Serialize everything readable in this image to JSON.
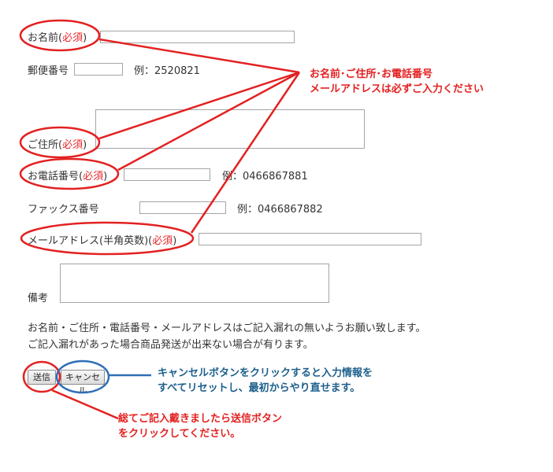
{
  "form": {
    "name": {
      "label": "お名前(",
      "required": "必須",
      "close": ")",
      "value": ""
    },
    "postal": {
      "label": "郵便番号",
      "value": "",
      "example": "例：2520821"
    },
    "address": {
      "label": "ご住所(",
      "required": "必須",
      "close": ")",
      "value": ""
    },
    "phone": {
      "label": "お電話番号(",
      "required": "必須",
      "close": ")",
      "value": "",
      "example": "例：0466867881"
    },
    "fax": {
      "label": "ファックス番号",
      "value": "",
      "example": "例：0466867882"
    },
    "email": {
      "label": "メールアドレス(半角英数)(",
      "required": "必須",
      "close": ")",
      "value": ""
    },
    "remarks": {
      "label": "備考",
      "value": ""
    },
    "notice": {
      "line1": "お名前・ご住所・電話番号・メールアドレスはご記入漏れの無いようお願い致します。",
      "line2": "ご記入漏れがあった場合商品発送が出来ない場合が有ります。"
    },
    "buttons": {
      "submit": "送信",
      "cancel": "キャンセル"
    }
  },
  "annotations": {
    "required_callout": {
      "line1": "お名前･ご住所･お電話番号",
      "line2": "メールアドレスは必ずご入力ください"
    },
    "cancel_callout": {
      "line1": "キャンセルボタンをクリックすると入力情報を",
      "line2": "すべてリセットし、最初からやり直せます。"
    },
    "submit_callout": {
      "line1": "総てご記入戴きましたら送信ボタン",
      "line2": "をクリックしてください。"
    }
  },
  "colors": {
    "annotation_red": "#e32121",
    "annotation_blue": "#2f6fb5",
    "required_text": "#e8262a"
  }
}
